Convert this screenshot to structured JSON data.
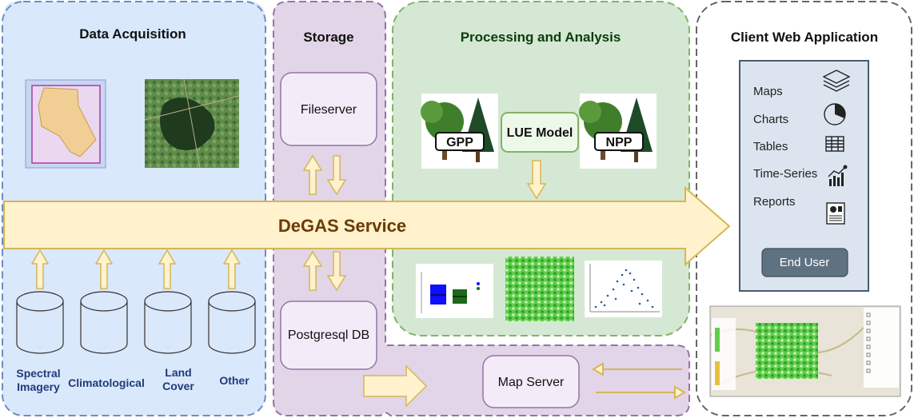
{
  "panels": {
    "acquisition": {
      "title": "Data Acquisition"
    },
    "storage": {
      "title": "Storage"
    },
    "processing": {
      "title": "Processing and Analysis"
    },
    "client": {
      "title": "Client Web Application"
    }
  },
  "service": {
    "label": "DeGAS Service"
  },
  "storage_boxes": {
    "fileserver": "Fileserver",
    "postgres": "Postgresql DB"
  },
  "map_server": {
    "label": "Map Server"
  },
  "processing": {
    "gpp": "GPP",
    "lue": "LUE Model",
    "npp": "NPP"
  },
  "sources": [
    {
      "line1": "Spectral",
      "line2": "Imagery"
    },
    {
      "line1": "Climatological",
      "line2": ""
    },
    {
      "line1": "Land",
      "line2": "Cover"
    },
    {
      "line1": "Other",
      "line2": ""
    }
  ],
  "client_menu": [
    {
      "label": "Maps",
      "icon": "layers-icon"
    },
    {
      "label": "Charts",
      "icon": "pie-chart-icon"
    },
    {
      "label": "Tables",
      "icon": "table-icon"
    },
    {
      "label": "Time-Series",
      "icon": "trend-chart-icon"
    },
    {
      "label": "Reports",
      "icon": "report-icon"
    }
  ],
  "end_user": {
    "label": "End User"
  },
  "colors": {
    "acquisition_fill": "#dae8fc",
    "acquisition_border": "#6c8ebf",
    "storage_fill": "#e1d5e7",
    "storage_border": "#9673a6",
    "processing_fill": "#d5e8d4",
    "processing_border": "#82b366",
    "client_border": "#666666",
    "arrow_fill": "#fff2cc",
    "arrow_border": "#d6b656",
    "menu_panel": "#dce5ef",
    "menu_border": "#4a5a6a",
    "button": "#5f7281"
  }
}
